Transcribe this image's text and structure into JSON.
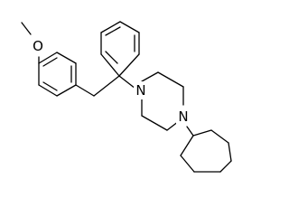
{
  "molecule": {
    "atoms": [
      {
        "id": "O1",
        "label": "O"
      },
      {
        "id": "N1",
        "label": "N"
      },
      {
        "id": "N2",
        "label": "N"
      }
    ],
    "colors": {
      "background": "#ffffff",
      "bond": "#000000",
      "label": "#000000"
    }
  }
}
